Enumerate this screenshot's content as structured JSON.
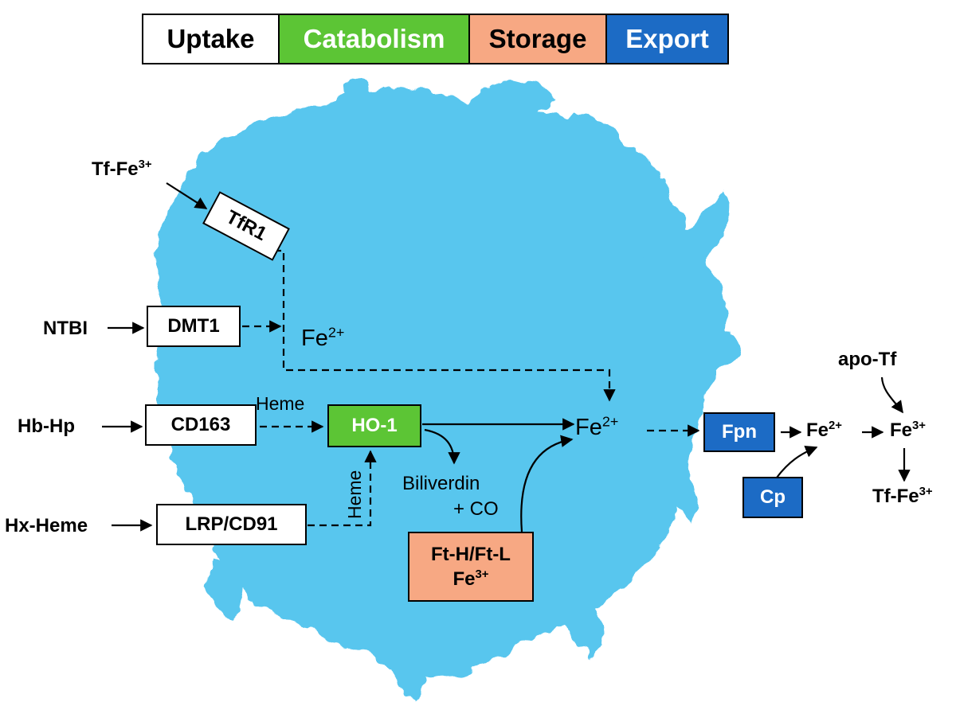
{
  "legend": [
    {
      "label": "Uptake",
      "bg": "#ffffff",
      "fg": "#000000"
    },
    {
      "label": "Catabolism",
      "bg": "#5cc535",
      "fg": "#ffffff"
    },
    {
      "label": "Storage",
      "bg": "#f7a883",
      "fg": "#000000"
    },
    {
      "label": "Export",
      "bg": "#1c6bc5",
      "fg": "#ffffff"
    }
  ],
  "colors": {
    "cell": "#59c6ee",
    "cell_light": "#a9e3f7",
    "cell_dark": "#2fa8e0"
  },
  "inputs": {
    "tf_fe": {
      "base": "Tf-Fe",
      "sup": "3+"
    },
    "ntbi": "NTBI",
    "hb_hp": "Hb-Hp",
    "hx_heme": "Hx-Heme"
  },
  "receptors": {
    "tfr1": "TfR1",
    "dmt1": "DMT1",
    "cd163": "CD163",
    "lrp": "LRP/CD91"
  },
  "catabolism": {
    "ho1": "HO-1",
    "heme_top": "Heme",
    "heme_side": "Heme"
  },
  "products": {
    "biliverdin": "Biliverdin",
    "co": "+ CO"
  },
  "iron": {
    "fe2_pool": {
      "base": "Fe",
      "sup": "2+"
    },
    "fe2_center": {
      "base": "Fe",
      "sup": "2+"
    },
    "fe2_out": {
      "base": "Fe",
      "sup": "2+"
    },
    "fe3_out": {
      "base": "Fe",
      "sup": "3+"
    }
  },
  "storage": {
    "line1": "Ft-H/Ft-L",
    "line2_base": "Fe",
    "line2_sup": "3+"
  },
  "export": {
    "fpn": "Fpn",
    "cp": "Cp",
    "apo_tf": "apo-Tf",
    "tf_fe_out": {
      "base": "Tf-Fe",
      "sup": "3+"
    }
  }
}
